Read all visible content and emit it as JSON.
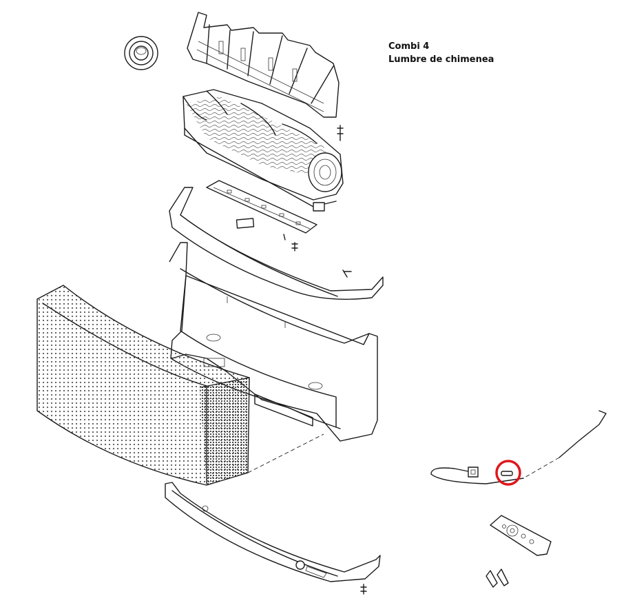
{
  "caption": {
    "line1": "Combi 4",
    "line2": "Lumbre de chimenea"
  },
  "colors": {
    "line": "#1a1a1a",
    "highlight": "#e0161b",
    "background": "#ffffff"
  },
  "parts": [
    "control-knob",
    "log-holder-bracket",
    "log-set",
    "led-circuit-board",
    "top-trim",
    "fire-chamber",
    "mesh-screen",
    "bottom-trim",
    "cable-harness",
    "remote-control",
    "batteries"
  ],
  "highlighted_part": "cable-connector"
}
